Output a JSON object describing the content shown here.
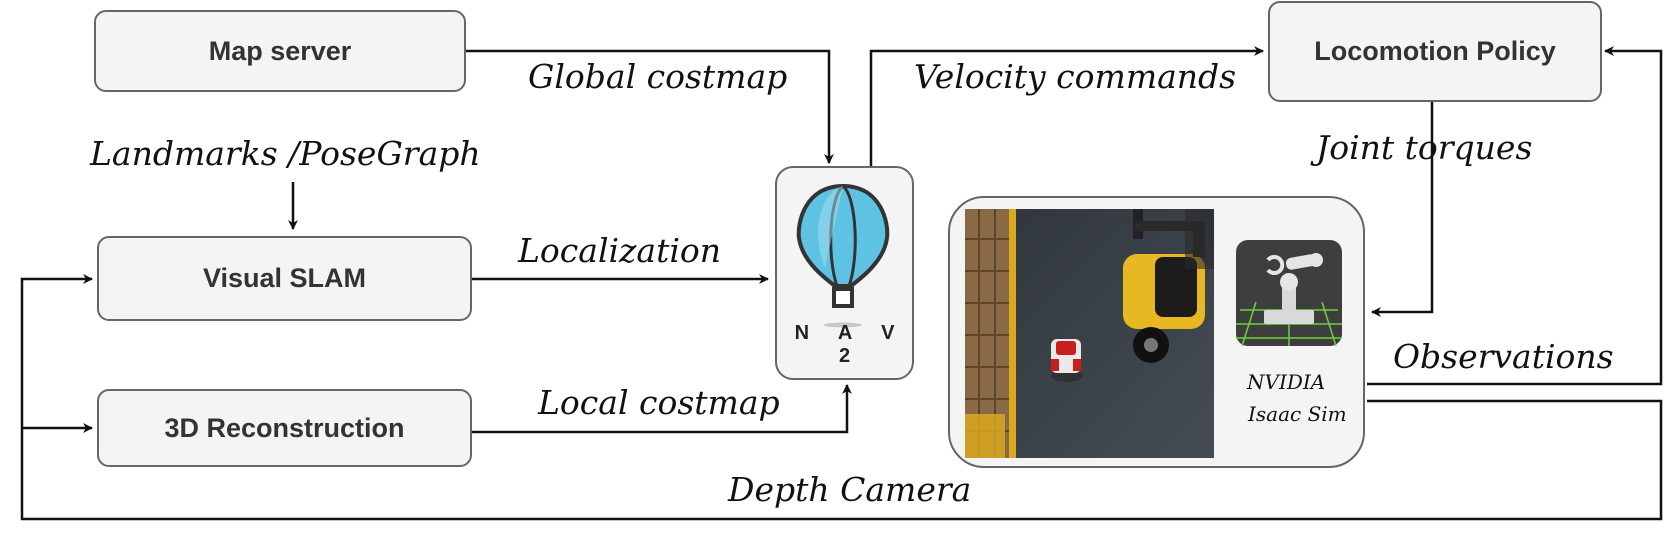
{
  "nodes": {
    "map_server": "Map server",
    "visual_slam": "Visual SLAM",
    "reconstruction": "3D Reconstruction",
    "locomotion_policy": "Locomotion Policy",
    "nav2": "N A V 2",
    "sim_line1": "NVIDIA",
    "sim_line2": "Isaac Sim"
  },
  "edges": {
    "global_costmap": "Global costmap",
    "landmarks": "Landmarks /PoseGraph",
    "localization": "Localization",
    "local_costmap": "Local costmap",
    "velocity_commands": "Velocity commands",
    "joint_torques": "Joint torques",
    "observations": "Observations",
    "depth_camera": "Depth Camera"
  },
  "colors": {
    "box_fill": "#f4f4f4",
    "box_border": "#666666",
    "balloon_blue": "#5ec3e3",
    "forklift_yellow": "#e8b823"
  },
  "icons": [
    "balloon-icon",
    "robot-arm-icon"
  ]
}
